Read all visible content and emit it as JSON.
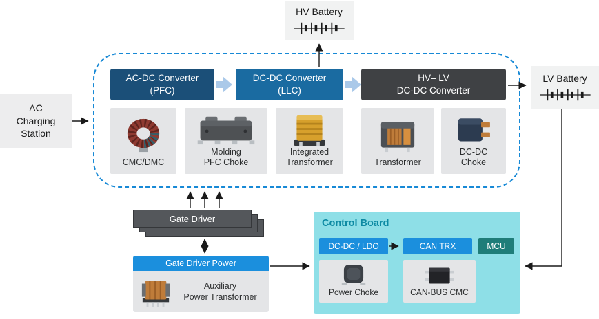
{
  "colors": {
    "accent_blue": "#1b8fdd",
    "dashed_border": "#1789d6",
    "pfc_navy": "#1b4f78",
    "llc_blue": "#1a6ba1",
    "converter_dark": "#3f4144",
    "cb_bg": "#8edfe7",
    "cb_title": "#0d8aa3",
    "mcu_teal": "#1f7d79",
    "card_bg": "#e4e5e7",
    "arrow_blue": "#aac9e9",
    "gate_driver_gray": "#54575b",
    "station_bg": "#ededee",
    "battery_bg": "#f1f2f2"
  },
  "hv_battery": {
    "label": "HV Battery"
  },
  "lv_battery": {
    "label": "LV Battery"
  },
  "ac_station": {
    "label": "AC\nCharging\nStation"
  },
  "converters": {
    "pfc": "AC-DC Converter\n(PFC)",
    "llc": "DC-DC Converter\n(LLC)",
    "hvlv": "HV– LV\nDC-DC Converter"
  },
  "components": [
    {
      "label": "CMC/DMC"
    },
    {
      "label": "Molding\nPFC Choke"
    },
    {
      "label": "Integrated\nTransformer"
    },
    {
      "label": "Transformer"
    },
    {
      "label": "DC-DC\nChoke"
    }
  ],
  "gate_driver": {
    "label": "Gate Driver"
  },
  "gate_driver_power": {
    "header": "Gate Driver Power",
    "component": "Auxiliary\nPower Transformer"
  },
  "control_board": {
    "title": "Control Board",
    "dcdc_ldo": "DC-DC / LDO",
    "can_trx": "CAN TRX",
    "mcu": "MCU",
    "power_choke": "Power Choke",
    "canbus_cmc": "CAN-BUS CMC"
  }
}
